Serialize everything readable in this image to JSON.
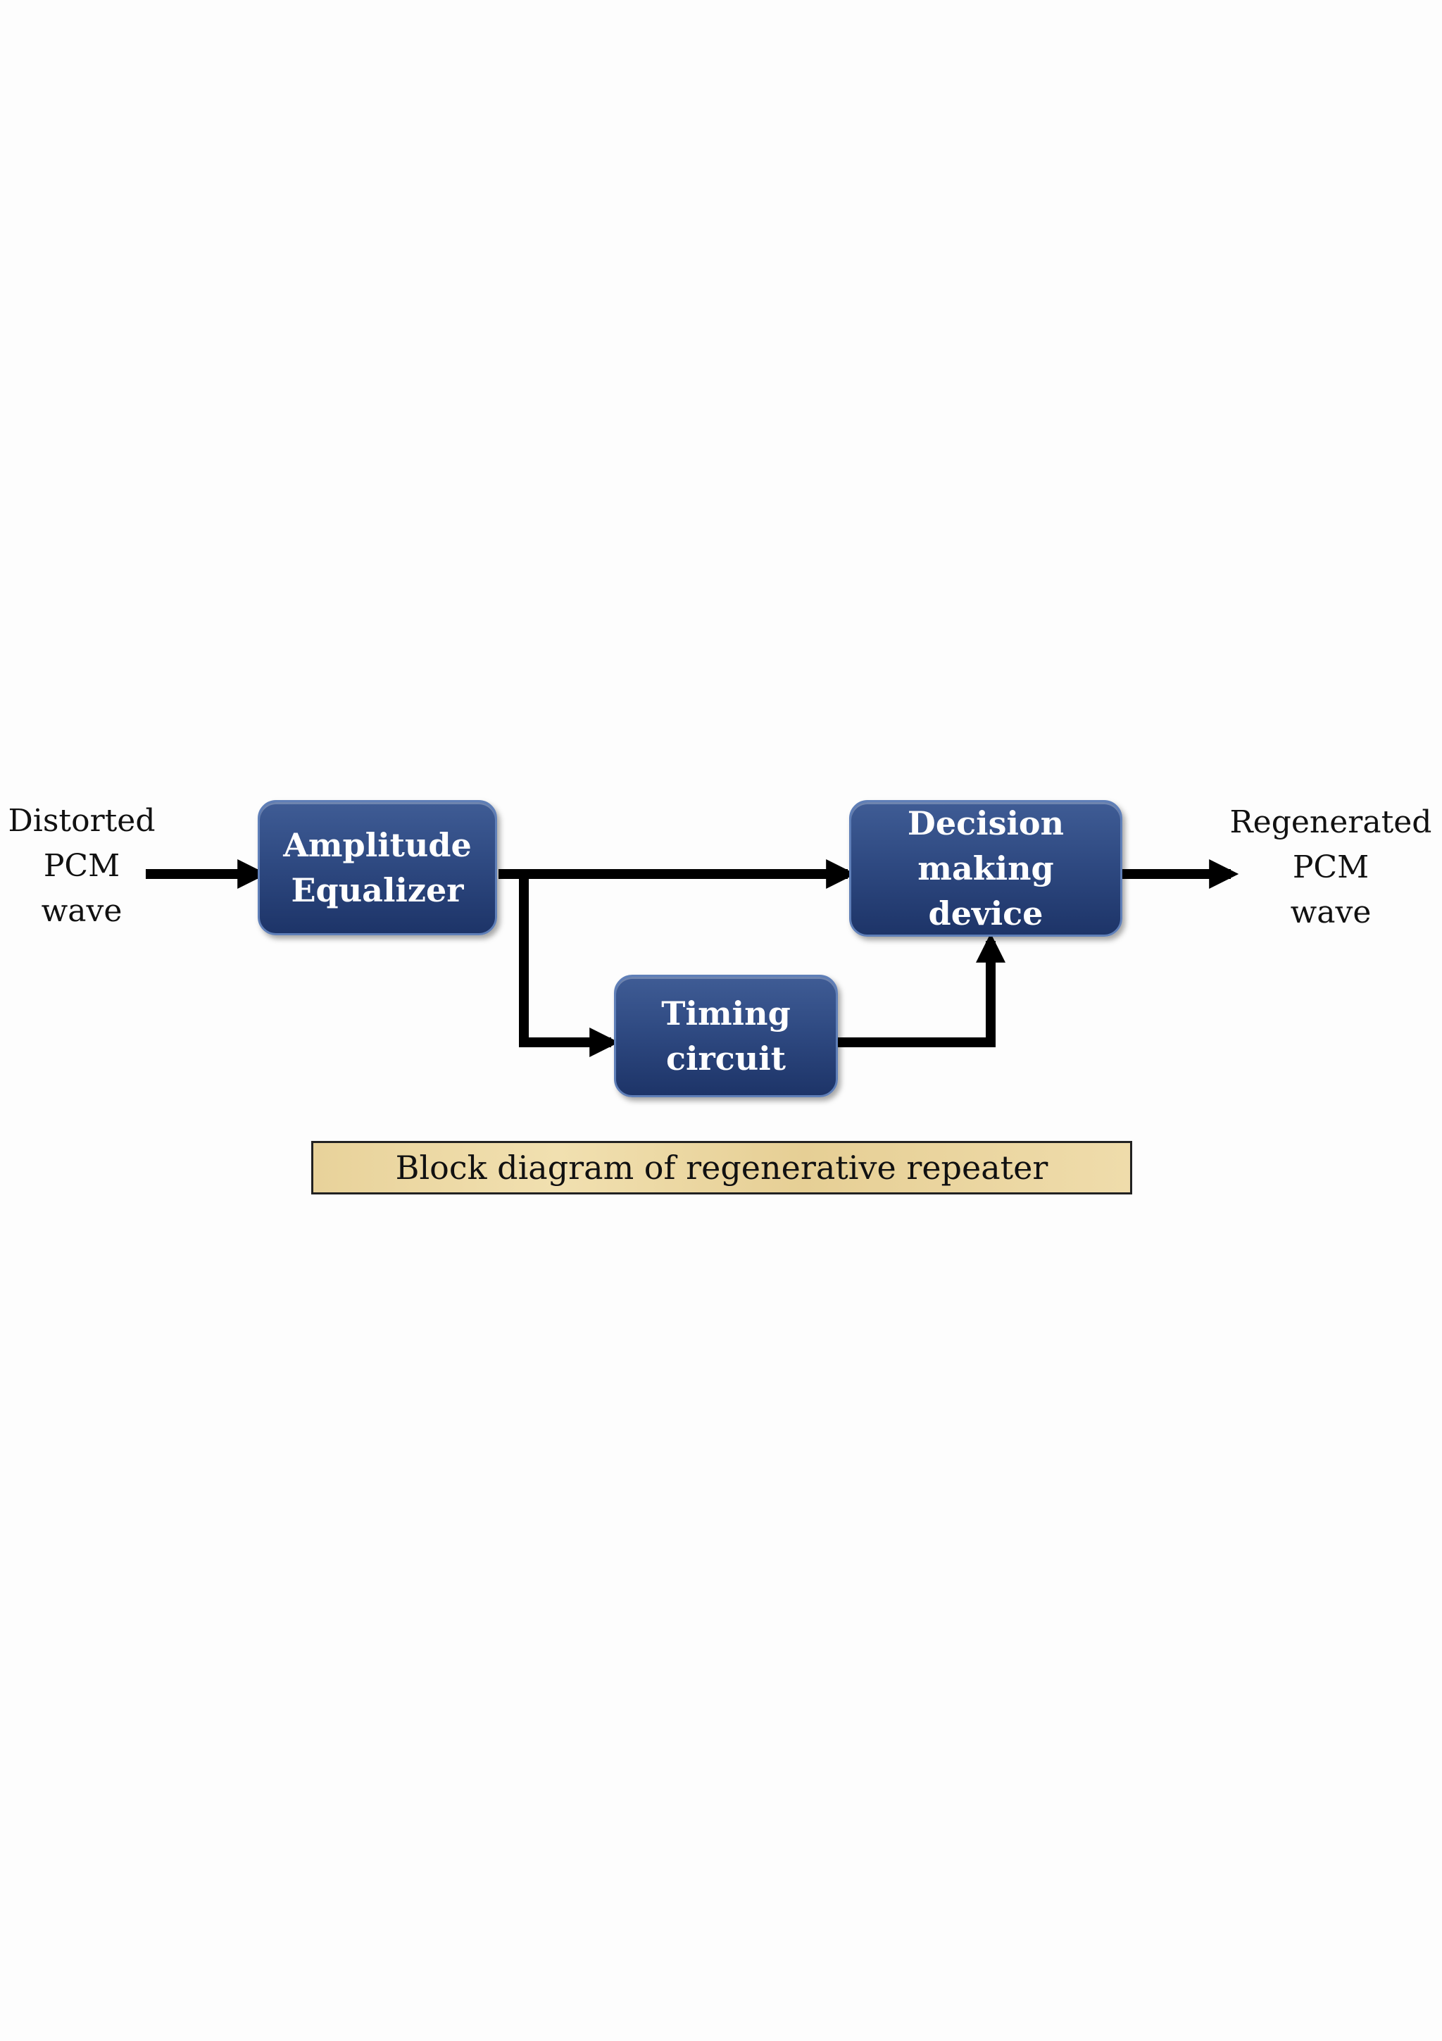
{
  "input_label": [
    "Distorted",
    "PCM",
    "wave"
  ],
  "output_label": [
    "Regenerated",
    "PCM",
    "wave"
  ],
  "blocks": {
    "equalizer": [
      "Amplitude",
      "Equalizer"
    ],
    "decision": [
      "Decision",
      "making",
      "device"
    ],
    "timing": [
      "Timing",
      "circuit"
    ]
  },
  "caption": "Block diagram of regenerative repeater",
  "colors": {
    "block_fill": "#2f4a82",
    "caption_fill": "#ecd7a2",
    "arrow": "#000000"
  }
}
